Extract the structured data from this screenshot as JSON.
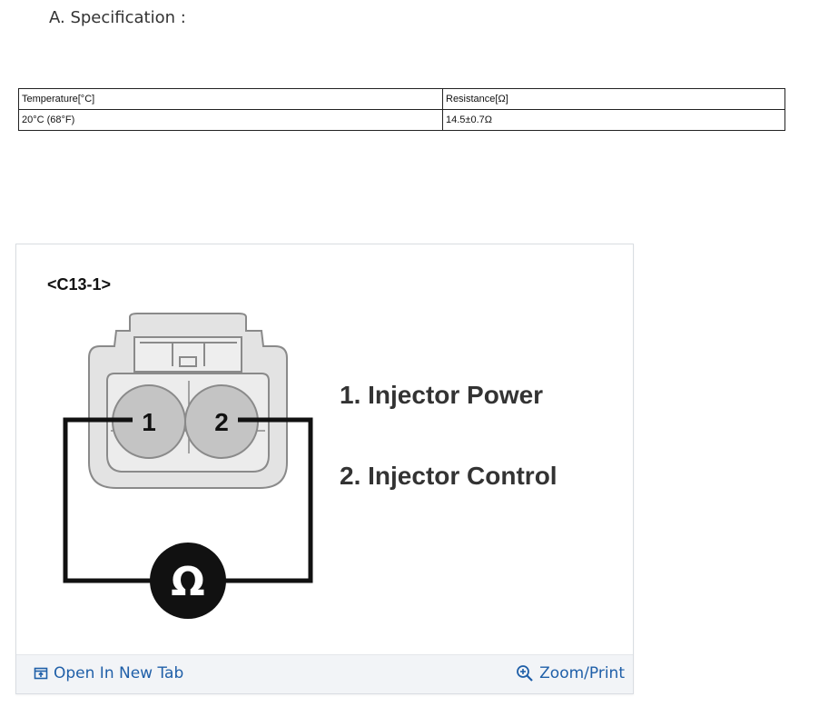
{
  "spec": {
    "heading": "A. Specification :"
  },
  "table": {
    "headers": [
      "Temperature[°C]",
      "Resistance[Ω]"
    ],
    "rows": [
      [
        "20°C (68°F)",
        "14.5±0.7Ω"
      ]
    ]
  },
  "figure": {
    "connector_id": "<C13-1>",
    "pins": [
      "1",
      "2"
    ],
    "meter_symbol": "Ω",
    "legend": [
      "1. Injector Power",
      "2. Injector Control"
    ]
  },
  "actions": {
    "open_new_tab": "Open In New Tab",
    "zoom_print": "Zoom/Print"
  },
  "icons": {
    "open": "open-in-new-tab-icon",
    "zoom": "zoom-in-icon"
  },
  "colors": {
    "link": "#1f5fa8",
    "bar_bg": "#f2f4f7",
    "connector_fill": "#e3e3e3",
    "pin_fill": "#c4c4c4"
  }
}
